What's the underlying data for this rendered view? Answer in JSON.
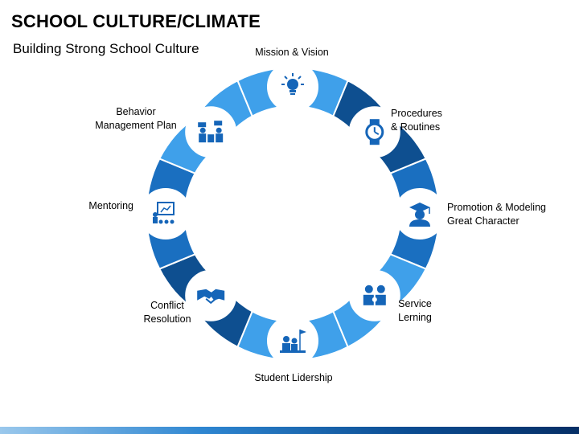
{
  "header": {
    "title": "SCHOOL CULTURE/CLIMATE",
    "subtitle": "Building Strong School Culture"
  },
  "colors": {
    "light": "#3fa0ea",
    "mid": "#1a6fc0",
    "dark": "#0e4f90",
    "icon": "#1565b8",
    "ring_bg": "#f2f2f2",
    "bottom_bar": "#0b4d93"
  },
  "nodes": [
    {
      "label_lines": [
        "Mission & Vision"
      ],
      "icon": "lightbulb-icon"
    },
    {
      "label_lines": [
        "Procedures",
        "& Routines"
      ],
      "icon": "wristwatch-icon"
    },
    {
      "label_lines": [
        "Promotion & Modeling",
        "Great Character"
      ],
      "icon": "graduate-icon"
    },
    {
      "label_lines": [
        "Service",
        "Lerning"
      ],
      "icon": "puzzle-people-icon"
    },
    {
      "label_lines": [
        "Student Lidership"
      ],
      "icon": "leader-flag-icon"
    },
    {
      "label_lines": [
        "Conflict",
        "Resolution"
      ],
      "icon": "handshake-icon"
    },
    {
      "label_lines": [
        "Mentoring"
      ],
      "icon": "presentation-board-icon"
    },
    {
      "label_lines": [
        "Behavior",
        "Management Plan"
      ],
      "icon": "meeting-table-icon"
    }
  ]
}
